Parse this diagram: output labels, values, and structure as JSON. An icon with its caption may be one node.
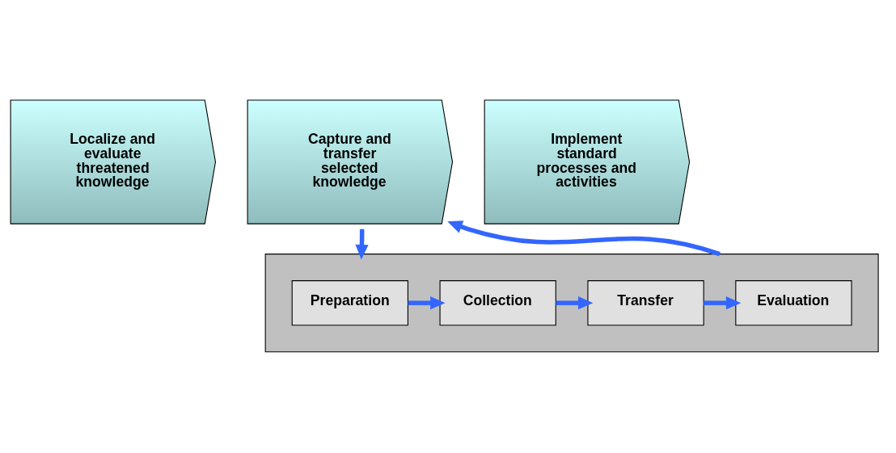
{
  "diagram": {
    "nodes": [
      {
        "text": [
          "Localize and evaluate threatened knowledge"
        ]
      },
      {
        "text": [
          "Capture and transfer selected knowledge"
        ]
      },
      {
        "text": [
          "Implement standard processes and activities"
        ]
      },
      {
        "text": [],
        "shape": "box"
      },
      {
        "text": [
          "Preparation"
        ],
        "in": 3
      },
      {
        "text": [
          "Collection"
        ],
        "in": 3
      },
      {
        "text": [
          "Transfer"
        ],
        "in": 3
      },
      {
        "text": [
          "Evaluation"
        ],
        "in": 3
      }
    ],
    "edges": [
      {
        "from": 1,
        "to": 3,
        "arrow": "to"
      },
      {
        "from": 4,
        "to": 5,
        "arrow": "to"
      },
      {
        "from": 5,
        "to": 6,
        "arrow": "to"
      },
      {
        "from": 6,
        "to": 7,
        "arrow": "to"
      },
      {
        "from": 3,
        "to": 1,
        "arrow": "to"
      }
    ]
  }
}
